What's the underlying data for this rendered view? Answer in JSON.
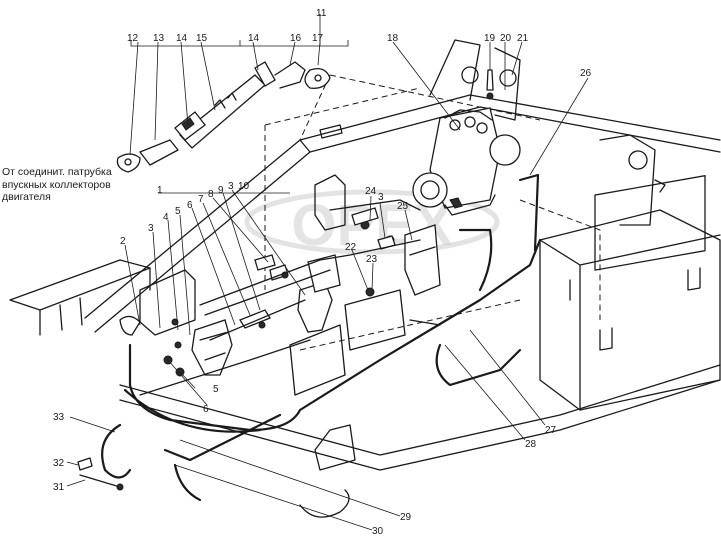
{
  "note": {
    "lines": [
      "От соединит. патрубка",
      "впускных коллекторов",
      "двигателя"
    ]
  },
  "watermark": {
    "text": "ОРЕХ"
  },
  "labels": {
    "n1": "1",
    "n2": "2",
    "n3a": "3",
    "n3b": "3",
    "n3c": "3",
    "n4": "4",
    "n5a": "5",
    "n5b": "5",
    "n6a": "6",
    "n6b": "6",
    "n7": "7",
    "n8": "8",
    "n9": "9",
    "n10": "10",
    "n11": "11",
    "n12": "12",
    "n13": "13",
    "n14a": "14",
    "n14b": "14",
    "n15": "15",
    "n16": "16",
    "n17": "17",
    "n18": "18",
    "n19": "19",
    "n20": "20",
    "n21": "21",
    "n22": "22",
    "n23": "23",
    "n24": "24",
    "n25": "25",
    "n26": "26",
    "n27": "27",
    "n28": "28",
    "n29": "29",
    "n30": "30",
    "n31": "31",
    "n32": "32",
    "n33": "33"
  }
}
